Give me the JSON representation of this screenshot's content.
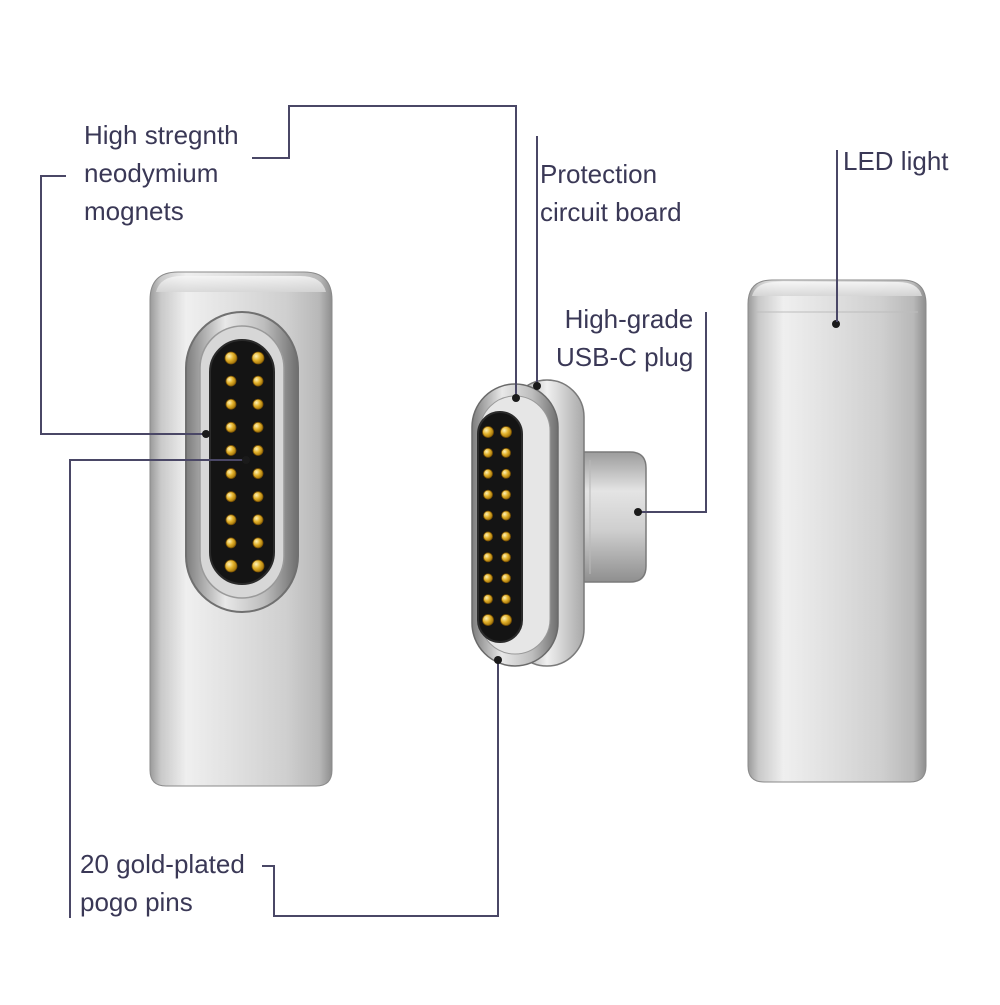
{
  "labels": {
    "magnets": [
      "High stregnth",
      "neodymium",
      "mognets"
    ],
    "pcb": [
      "Protection",
      "circuit board"
    ],
    "led": "LED light",
    "usbc": [
      "High-grade",
      "USB-C plug"
    ],
    "pins": [
      "20 gold-plated",
      "pogo pins"
    ]
  },
  "colors": {
    "callout_line": "#4a4766",
    "label_text": "#3a3856",
    "pin_gold": "#d9a520",
    "pin_bed": "#141414",
    "aluminium": "#d2d2d2"
  },
  "products": [
    {
      "name": "magnetic-female-adapter",
      "pin_count": 20
    },
    {
      "name": "usb-c-magnetic-plug",
      "pin_count": 20
    },
    {
      "name": "adapter-back-view",
      "indicator": "led"
    }
  ]
}
